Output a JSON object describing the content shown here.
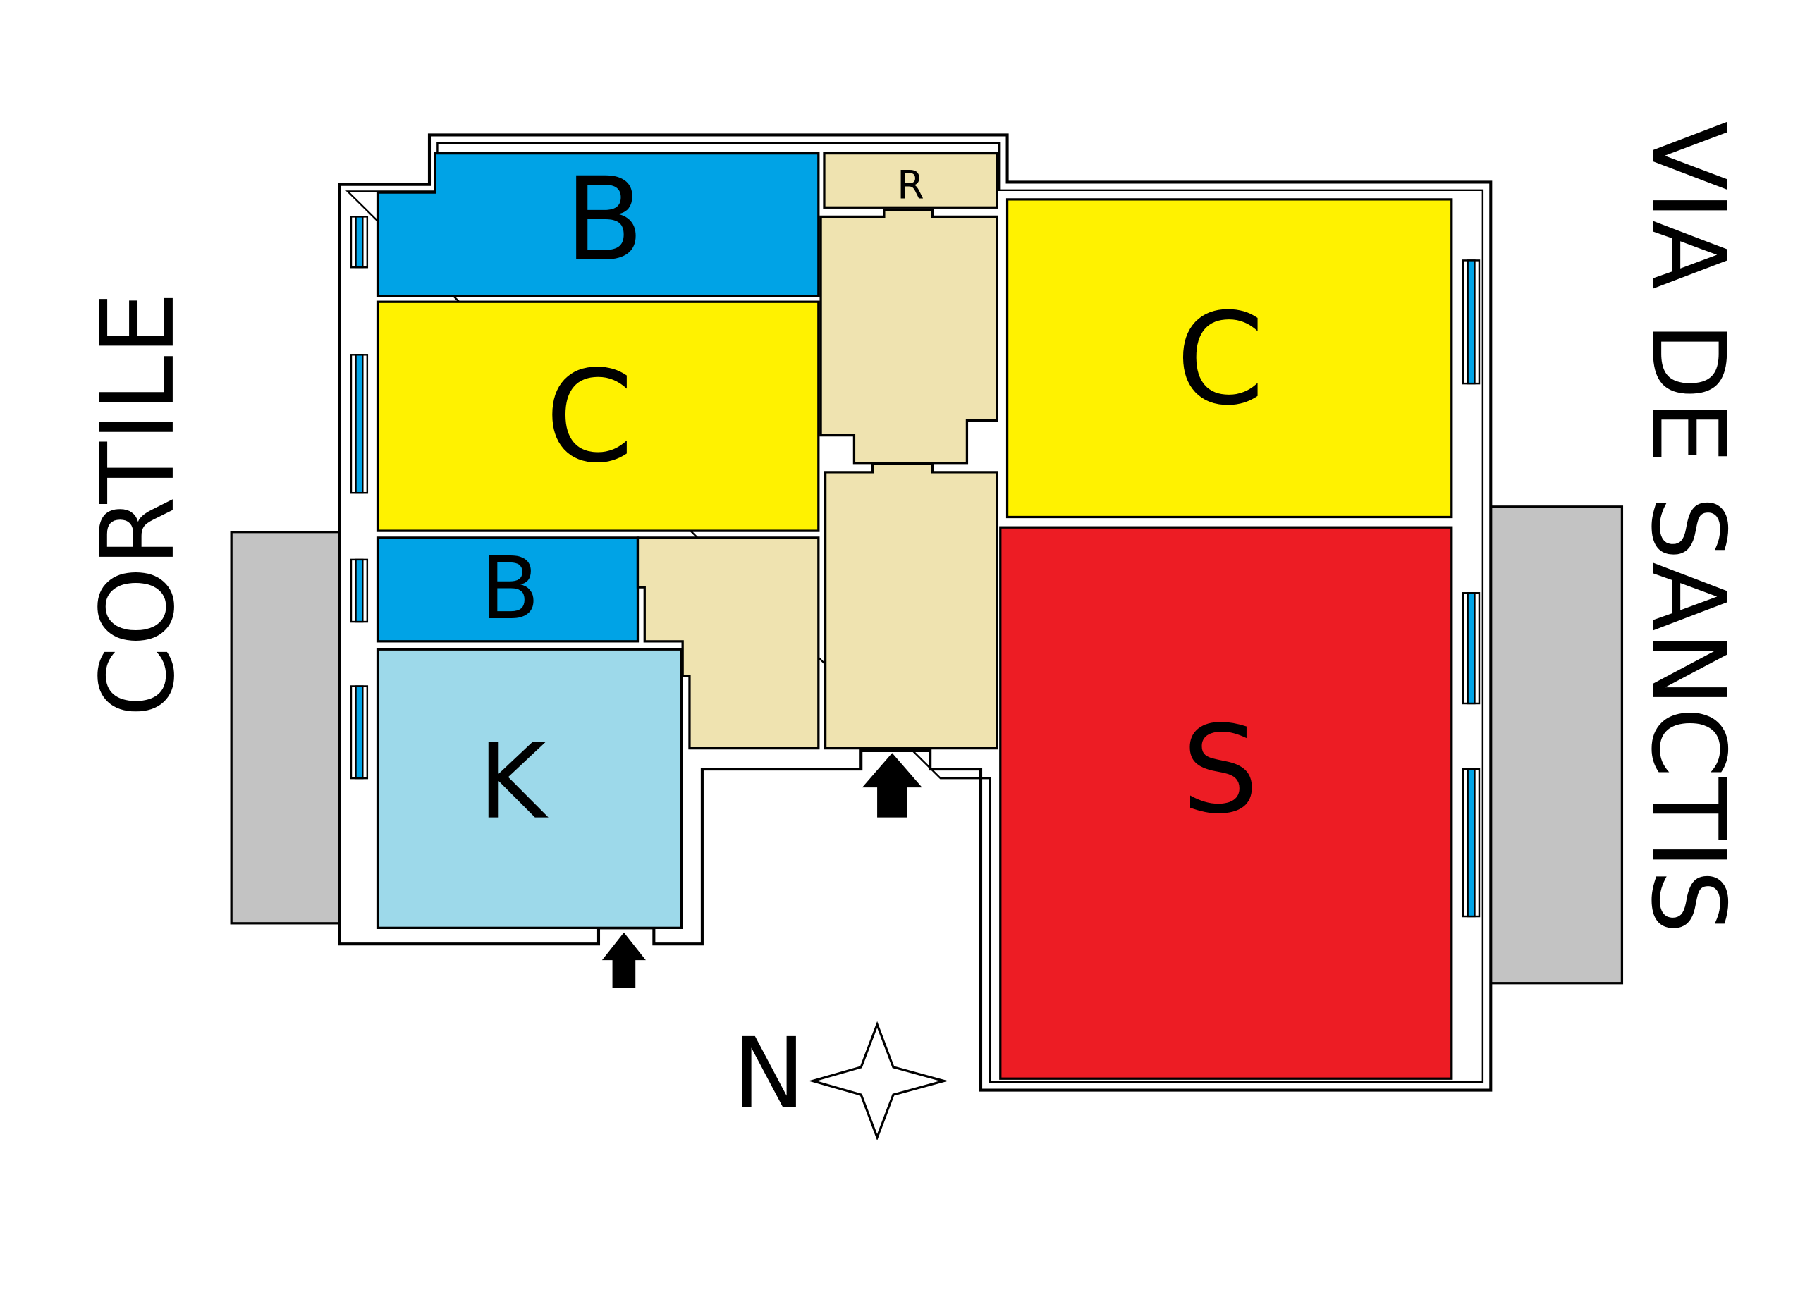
{
  "labels": {
    "courtyard": "CORTILE",
    "street": "VIA DE SANCTIS",
    "north": "N"
  },
  "rooms": {
    "bathroom_top": "B",
    "bedroom_left": "C",
    "bathroom_small": "B",
    "kitchen": "K",
    "storage": "R",
    "bedroom_right": "C",
    "living_room": "S"
  },
  "colors": {
    "bathroom": "#00a3e6",
    "bedroom": "#fff200",
    "kitchen": "#9dd9ea",
    "hall": "#efe3b0",
    "living": "#ed1c24",
    "balcony": "#c3c3c3",
    "window": "#00a3e6"
  }
}
